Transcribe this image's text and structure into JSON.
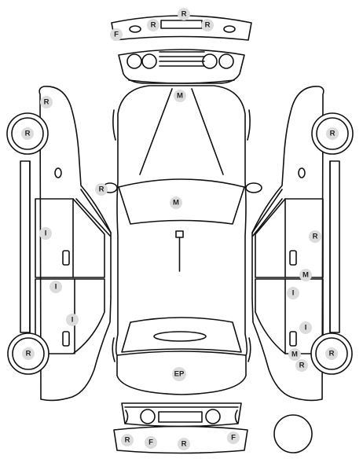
{
  "markers": [
    {
      "id": "front-bumper-top",
      "label": "R"
    },
    {
      "id": "front-bumper-left",
      "label": "R"
    },
    {
      "id": "front-bumper-right",
      "label": "R"
    },
    {
      "id": "front-bumper-corner",
      "label": "F"
    },
    {
      "id": "left-roof-rear",
      "label": "R"
    },
    {
      "id": "left-rear-wheel",
      "label": "R"
    },
    {
      "id": "left-mirror",
      "label": "R"
    },
    {
      "id": "left-rear-door",
      "label": "I"
    },
    {
      "id": "left-front-door-top",
      "label": "I"
    },
    {
      "id": "left-front-door",
      "label": "I"
    },
    {
      "id": "left-front-wheel",
      "label": "R"
    },
    {
      "id": "roof",
      "label": "M"
    },
    {
      "id": "windshield",
      "label": "M"
    },
    {
      "id": "hood",
      "label": "EP"
    },
    {
      "id": "right-rear-wheel",
      "label": "R"
    },
    {
      "id": "right-rear-door",
      "label": "R"
    },
    {
      "id": "right-sill",
      "label": "M"
    },
    {
      "id": "right-front-door",
      "label": "I"
    },
    {
      "id": "right-front-door-low",
      "label": "I"
    },
    {
      "id": "right-fender",
      "label": "M"
    },
    {
      "id": "right-fender-low",
      "label": "R"
    },
    {
      "id": "right-front-wheel",
      "label": "R"
    },
    {
      "id": "rear-bumper-1",
      "label": "R"
    },
    {
      "id": "rear-bumper-2",
      "label": "F"
    },
    {
      "id": "rear-bumper-3",
      "label": "R"
    },
    {
      "id": "rear-bumper-4",
      "label": "F"
    }
  ]
}
